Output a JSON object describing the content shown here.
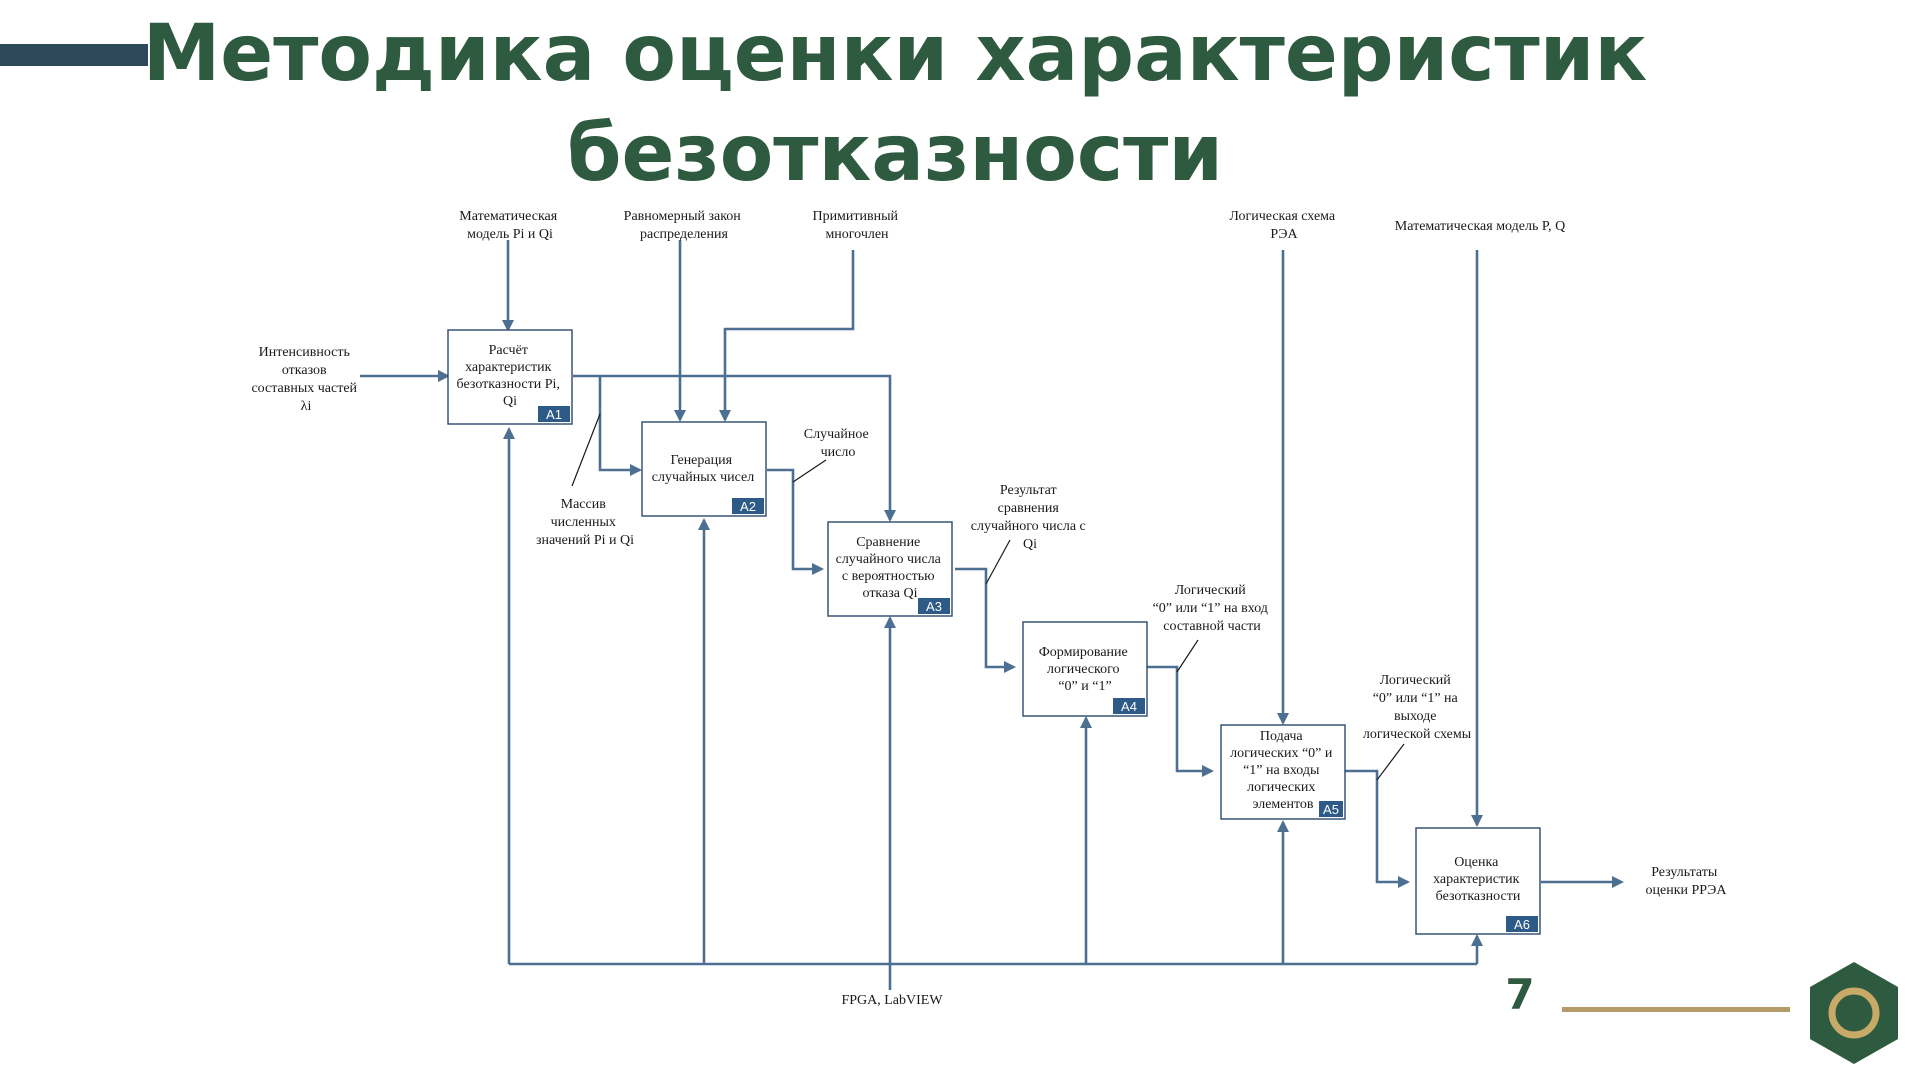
{
  "title": "Методика оценки характеристик безотказности",
  "page_number": "7",
  "colors": {
    "title": "#2e5a3f",
    "deco_bar": "#2e4a5a",
    "flow_lines": "#4d6f92",
    "box_tag": "#2d5a86",
    "accent_gold": "#b39b6a",
    "logo_hex": "#2e5a3f",
    "logo_ring": "#c7a968"
  },
  "logo_icon": "hexagon-ring-icon",
  "blocks": [
    {
      "id": "A1",
      "lines": [
        "Расчёт",
        "характеристик",
        "безотказности Pi,",
        "Qi"
      ]
    },
    {
      "id": "A2",
      "lines": [
        "Генерация",
        "случайных чисел"
      ]
    },
    {
      "id": "A3",
      "lines": [
        "Сравнение",
        "случайного числа",
        "с вероятностью",
        "отказа Qi"
      ]
    },
    {
      "id": "A4",
      "lines": [
        "Формирование",
        "логического",
        "“0” и “1”"
      ]
    },
    {
      "id": "A5",
      "lines": [
        "Подача",
        "логических “0” и",
        "“1” на входы",
        "логических",
        "элементов"
      ]
    },
    {
      "id": "A6",
      "lines": [
        "Оценка",
        "характеристик",
        "безотказности"
      ]
    }
  ],
  "labels": {
    "ctrl_math_model_pq_i": [
      "Математическая",
      "модель Pi и Qi"
    ],
    "ctrl_uniform_law": [
      "Равномерный закон",
      "распределения"
    ],
    "ctrl_primitive_poly": [
      "Примитивный",
      "многочлен"
    ],
    "ctrl_logic_scheme": [
      "Логическая схема",
      "РЭА"
    ],
    "ctrl_math_model_pq": [
      "Математическая модель P, Q"
    ],
    "input_failure_rate": [
      "Интенсивность",
      "отказов",
      "составных частей",
      "λi"
    ],
    "out_array": [
      "Массив",
      "численных",
      "значений Pi  и Qi"
    ],
    "out_random_number": [
      "Случайное",
      "число"
    ],
    "out_compare_result": [
      "Результат",
      "сравнения",
      "случайного числа с",
      "Qi"
    ],
    "out_logic_input": [
      "Логический",
      "“0” или “1” на вход",
      "составной части"
    ],
    "out_logic_output": [
      "Логический",
      "“0” или “1” на",
      "выходе",
      "логической схемы"
    ],
    "out_results": [
      "Результаты",
      "оценки PРЭА"
    ],
    "mechanism": [
      "FPGA, LabVIEW"
    ]
  }
}
